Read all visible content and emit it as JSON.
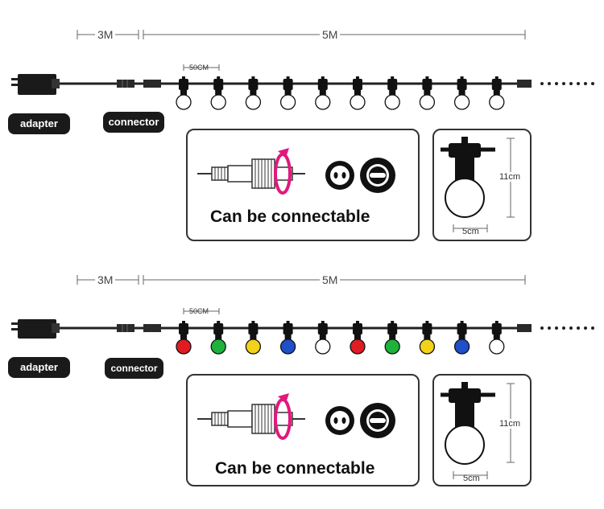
{
  "dimensions": {
    "cable_length": "3M",
    "string_length": "5M",
    "bulb_spacing": "50CM",
    "bulb_height": "11cm",
    "bulb_width": "5cm"
  },
  "labels": {
    "adapter": "adapter",
    "connector": "connector",
    "caption": "Can be connectable"
  },
  "panels": [
    {
      "bulb_colors": [
        "#ffffff",
        "#ffffff",
        "#ffffff",
        "#ffffff",
        "#ffffff",
        "#ffffff",
        "#ffffff",
        "#ffffff",
        "#ffffff",
        "#ffffff"
      ]
    },
    {
      "bulb_colors": [
        "#e11b22",
        "#1db33a",
        "#f2d21b",
        "#1f4fc9",
        "#ffffff",
        "#e11b22",
        "#1db33a",
        "#f2d21b",
        "#1f4fc9",
        "#ffffff"
      ]
    }
  ],
  "colors": {
    "accent_arrow": "#e0197d",
    "cable": "#222222"
  }
}
